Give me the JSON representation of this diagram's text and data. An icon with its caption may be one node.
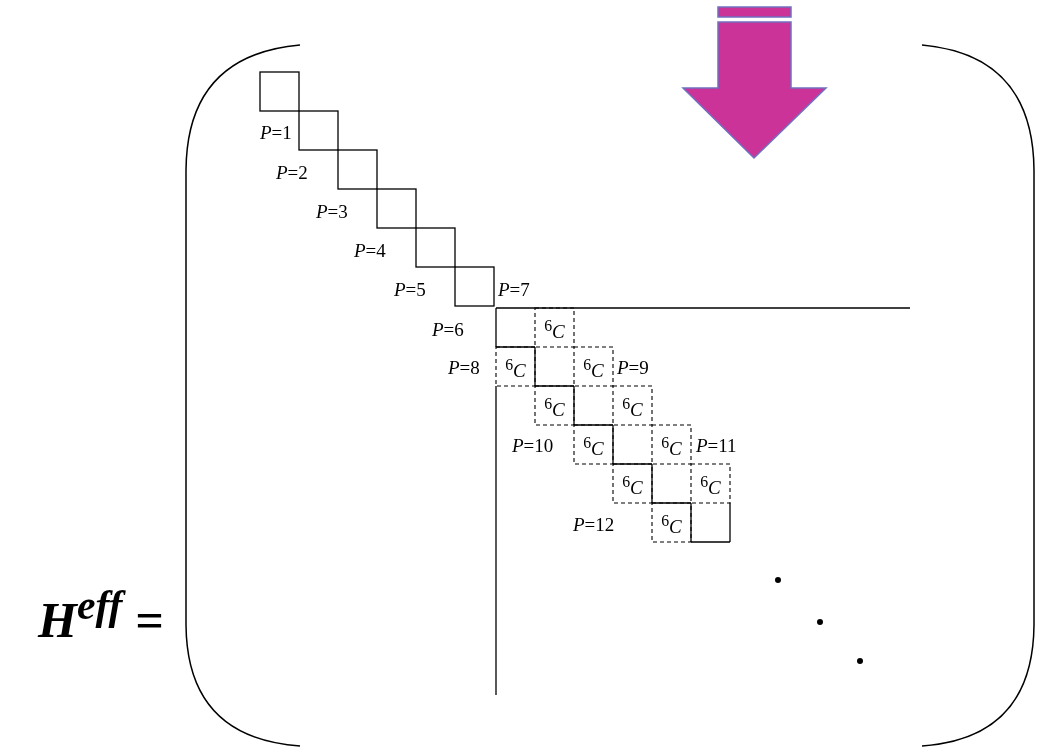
{
  "diagram": {
    "labels": [
      "*P*=1",
      "*P*=2",
      "*P*=3",
      "*P*=4",
      "*P*=5",
      "*P*=7",
      "*P*=6",
      "$^{6}$*C*",
      "*P*=8",
      "$^{6}$*C*",
      "$^{6}$*C*",
      "*P*=9",
      "$^{6}$*C*",
      "$^{6}$*C*",
      "*P*=10",
      "$^{6}$*C*",
      "$^{6}$*C*",
      "*P*=11",
      "$^{6}$*C*",
      "$^{6}$*C*",
      "H$^{eff}$ =",
      "*P*=12",
      "$^{6}$*C*"
    ]
  }
}
